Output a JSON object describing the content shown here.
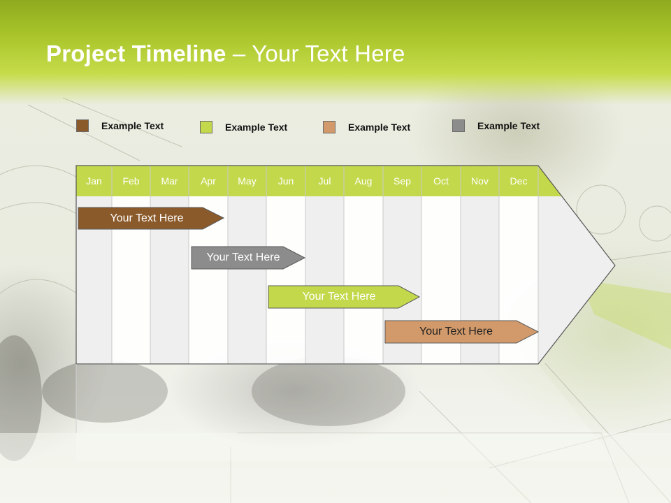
{
  "slide": {
    "title_bold": "Project Timeline",
    "title_rest": " – Your Text Here"
  },
  "legend": [
    {
      "label": "Example Text",
      "color": "#8b5a2b"
    },
    {
      "label": "Example Text",
      "color": "#c3d94b"
    },
    {
      "label": "Example Text",
      "color": "#d29a6a"
    },
    {
      "label": "Example Text",
      "color": "#8c8c8c"
    }
  ],
  "months": [
    "Jan",
    "Feb",
    "Mar",
    "Apr",
    "May",
    "Jun",
    "Jul",
    "Aug",
    "Sep",
    "Oct",
    "Nov",
    "Dec"
  ],
  "timeline_bars": [
    {
      "label": "Your  Text Here",
      "color": "#8b5a2b",
      "text_color": "#ffffff"
    },
    {
      "label": "Your  Text Here",
      "color": "#8c8c8c",
      "text_color": "#ffffff"
    },
    {
      "label": "Your  Text Here",
      "color": "#c3d94b",
      "text_color": "#ffffff"
    },
    {
      "label": "Your  Text Here",
      "color": "#d29a6a",
      "text_color": "#222222"
    }
  ],
  "colors": {
    "accent_green": "#c3d94b",
    "header_green": "#a9c62b"
  }
}
